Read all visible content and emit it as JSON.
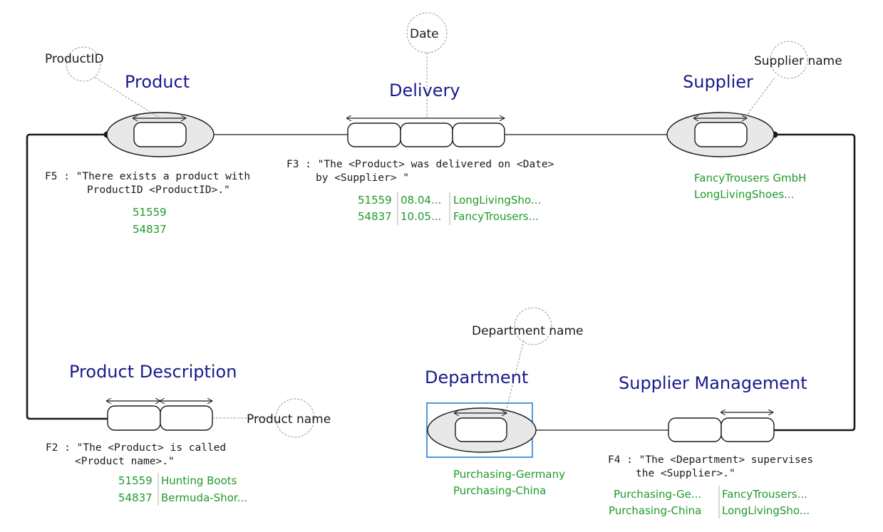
{
  "entities": {
    "product": {
      "title": "Product",
      "value_label": "ProductID",
      "fact": [
        "F5 : \"There exists a product with",
        "ProductID <ProductID>.\""
      ],
      "samples": [
        "51559",
        "54837"
      ]
    },
    "supplier": {
      "title": "Supplier",
      "value_label": "Supplier name",
      "samples": [
        "FancyTrousers GmbH",
        "LongLivingShoes..."
      ]
    },
    "department": {
      "title": "Department",
      "value_label": "Department name",
      "samples": [
        "Purchasing-Germany",
        "Purchasing-China"
      ]
    }
  },
  "facts": {
    "delivery": {
      "title": "Delivery",
      "value_label": "Date",
      "fact": [
        "F3 : \"The <Product> was delivered on <Date>",
        "by <Supplier> \""
      ],
      "rows": [
        [
          "51559",
          "08.04...",
          "LongLivingSho..."
        ],
        [
          "54837",
          "10.05...",
          "FancyTrousers..."
        ]
      ]
    },
    "product_description": {
      "title": "Product Description",
      "value_label": "Product name",
      "fact": [
        "F2 : \"The <Product> is called",
        "<Product name>.\""
      ],
      "rows": [
        [
          "51559",
          "Hunting Boots"
        ],
        [
          "54837",
          "Bermuda-Shor..."
        ]
      ]
    },
    "supplier_management": {
      "title": "Supplier Management",
      "fact": [
        "F4 : \"The <Department> supervises",
        "the <Supplier>.\""
      ],
      "rows": [
        [
          "Purchasing-Ge...",
          "FancyTrousers..."
        ],
        [
          "Purchasing-China",
          "LongLivingSho..."
        ]
      ]
    }
  }
}
